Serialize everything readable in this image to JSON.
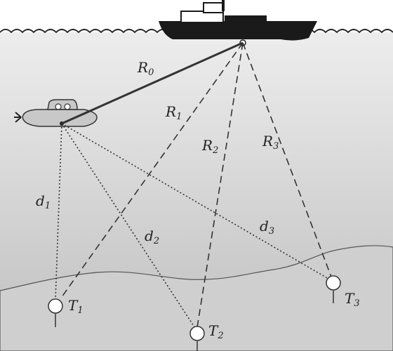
{
  "labels": {
    "R0": {
      "base": "R",
      "sub": "0"
    },
    "R1": {
      "base": "R",
      "sub": "1"
    },
    "R2": {
      "base": "R",
      "sub": "2"
    },
    "R3": {
      "base": "R",
      "sub": "3"
    },
    "d1": {
      "base": "d",
      "sub": "1"
    },
    "d2": {
      "base": "d",
      "sub": "2"
    },
    "d3": {
      "base": "d",
      "sub": "3"
    },
    "T1": {
      "base": "T",
      "sub": "1"
    },
    "T2": {
      "base": "T",
      "sub": "2"
    },
    "T3": {
      "base": "T",
      "sub": "3"
    }
  },
  "colors": {
    "water_top": "#e6e6e6",
    "water_bottom": "#bdbdbd",
    "seabed": "#cfcfcf",
    "vessels": "#1a1a1a",
    "submarine": "#c8c8c8",
    "lines": "#333333"
  }
}
